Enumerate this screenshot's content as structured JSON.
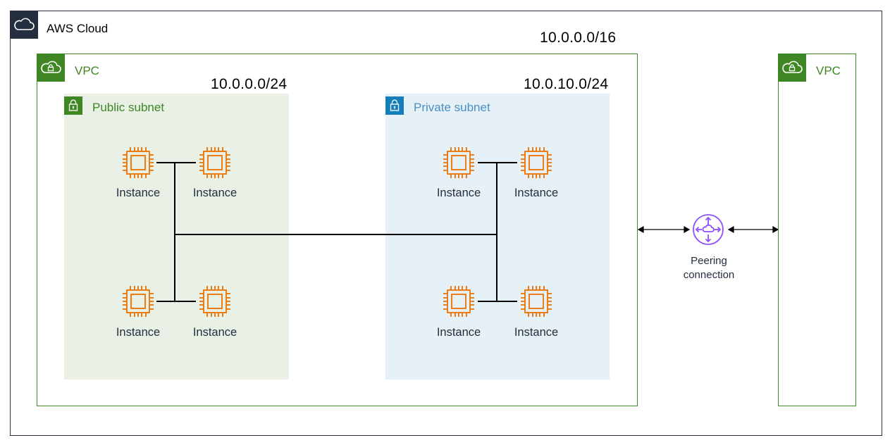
{
  "aws_cloud": {
    "title": "AWS Cloud",
    "icon": "aws-cloud-icon"
  },
  "main_vpc": {
    "label": "VPC",
    "cidr": "10.0.0.0/16",
    "icon": "vpc-icon",
    "public_subnet": {
      "label": "Public subnet",
      "cidr": "10.0.0.0/24",
      "icon": "lock-icon",
      "color": "#3f8624",
      "instances": [
        "Instance",
        "Instance",
        "Instance",
        "Instance"
      ]
    },
    "private_subnet": {
      "label": "Private subnet",
      "cidr": "10.0.10.0/24",
      "icon": "lock-icon",
      "color": "#147eba",
      "instances": [
        "Instance",
        "Instance",
        "Instance",
        "Instance"
      ]
    }
  },
  "peer_vpc": {
    "label": "VPC",
    "icon": "vpc-icon"
  },
  "peering": {
    "icon": "peering-connection-icon",
    "line1": "Peering",
    "line2": "connection",
    "color": "#8c4fff"
  },
  "colors": {
    "vpc_green": "#3f8624",
    "instance_orange": "#ed7100",
    "cloud_dark": "#232f3e"
  }
}
